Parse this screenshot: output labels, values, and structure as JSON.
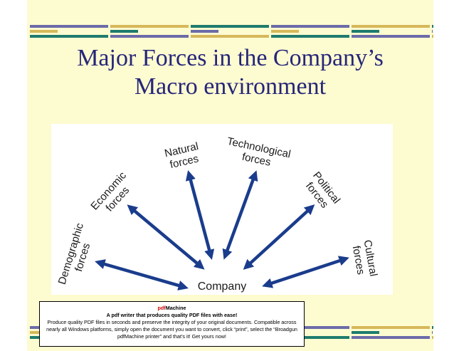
{
  "slide": {
    "title_line1": "Major Forces in the Company’s",
    "title_line2": "Macro environment",
    "background_color": "#fdfbd0",
    "title_color": "#26267a",
    "stripe_colors": [
      "#6b6baa",
      "#d6b85a",
      "#1e7b6e"
    ]
  },
  "diagram": {
    "center": "Company",
    "forces": [
      {
        "line1": "Demographic",
        "line2": "forces"
      },
      {
        "line1": "Economic",
        "line2": "forces"
      },
      {
        "line1": "Natural",
        "line2": "forces"
      },
      {
        "line1": "Technological",
        "line2": "forces"
      },
      {
        "line1": "Political",
        "line2": "forces"
      },
      {
        "line1": "Cultural",
        "line2": "forces"
      }
    ],
    "arrow_color": "#1a3c8c"
  },
  "pdf_banner": {
    "brand_prefix": "pdf",
    "brand_suffix": "Machine",
    "headline": "A pdf writer that produces quality PDF files with ease!",
    "body": "Produce quality PDF files in seconds and preserve the integrity of your original documents. Compatible across nearly all Windows platforms, simply open the document you want to convert, click “print”, select the “Broadgun pdfMachine printer” and that’s it! Get yours now!"
  }
}
